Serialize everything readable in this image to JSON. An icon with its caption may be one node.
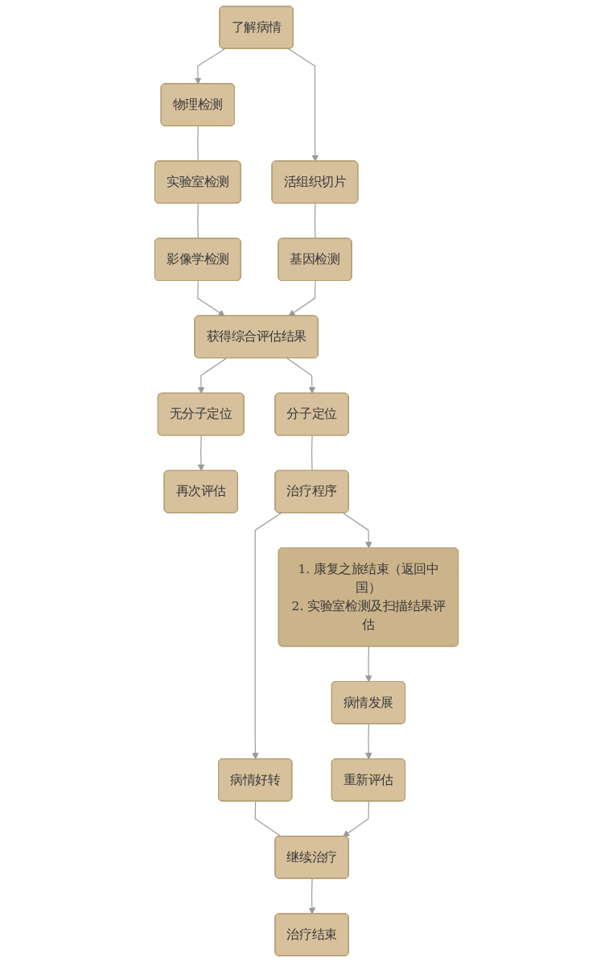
{
  "diagram": {
    "nodes": [
      {
        "text": [
          "了解病情"
        ]
      },
      {
        "text": [
          "物理检测"
        ]
      },
      {
        "text": [
          "活组织切片"
        ]
      },
      {
        "text": [
          "实验室检测"
        ]
      },
      {
        "text": [
          "基因检测"
        ]
      },
      {
        "text": [
          "影像学检测"
        ]
      },
      {
        "text": [
          "获得综合评估结果"
        ]
      },
      {
        "text": [
          "分子定位"
        ]
      },
      {
        "text": [
          "无分子定位"
        ]
      },
      {
        "text": [
          "再次评估"
        ]
      },
      {
        "text": [
          "治疗程序"
        ]
      },
      {
        "text": [
          "1. 康复之旅结束（返回中国）",
          "2. 实验室检测及扫描结果评估"
        ]
      },
      {
        "text": [
          "病情好转"
        ]
      },
      {
        "text": [
          "病情发展"
        ]
      },
      {
        "text": [
          "继续治疗"
        ]
      },
      {
        "text": [
          "重新评估"
        ]
      },
      {
        "text": [
          "治疗结束"
        ]
      }
    ],
    "edges": [
      {
        "from": 0,
        "to": 1,
        "arrow": "to"
      },
      {
        "from": 0,
        "to": 2,
        "arrow": "to"
      },
      {
        "from": 1,
        "to": 3,
        "arrow": "none"
      },
      {
        "from": 3,
        "to": 5,
        "arrow": "none"
      },
      {
        "from": 2,
        "to": 4,
        "arrow": "none"
      },
      {
        "from": 5,
        "to": 6,
        "arrow": "to"
      },
      {
        "from": 4,
        "to": 6,
        "arrow": "to"
      },
      {
        "from": 6,
        "to": 7,
        "arrow": "to"
      },
      {
        "from": 6,
        "to": 8,
        "arrow": "to"
      },
      {
        "from": 8,
        "to": 9,
        "arrow": "to"
      },
      {
        "from": 7,
        "to": 10,
        "arrow": "none"
      },
      {
        "from": 10,
        "to": 11,
        "arrow": "to"
      },
      {
        "from": 10,
        "to": 12,
        "arrow": "to"
      },
      {
        "from": 11,
        "to": 13,
        "arrow": "to"
      },
      {
        "from": 12,
        "to": 14,
        "arrow": "none"
      },
      {
        "from": 13,
        "to": 15,
        "arrow": "to"
      },
      {
        "from": 15,
        "to": 14,
        "arrow": "to"
      },
      {
        "from": 14,
        "to": 16,
        "arrow": "to"
      }
    ]
  }
}
